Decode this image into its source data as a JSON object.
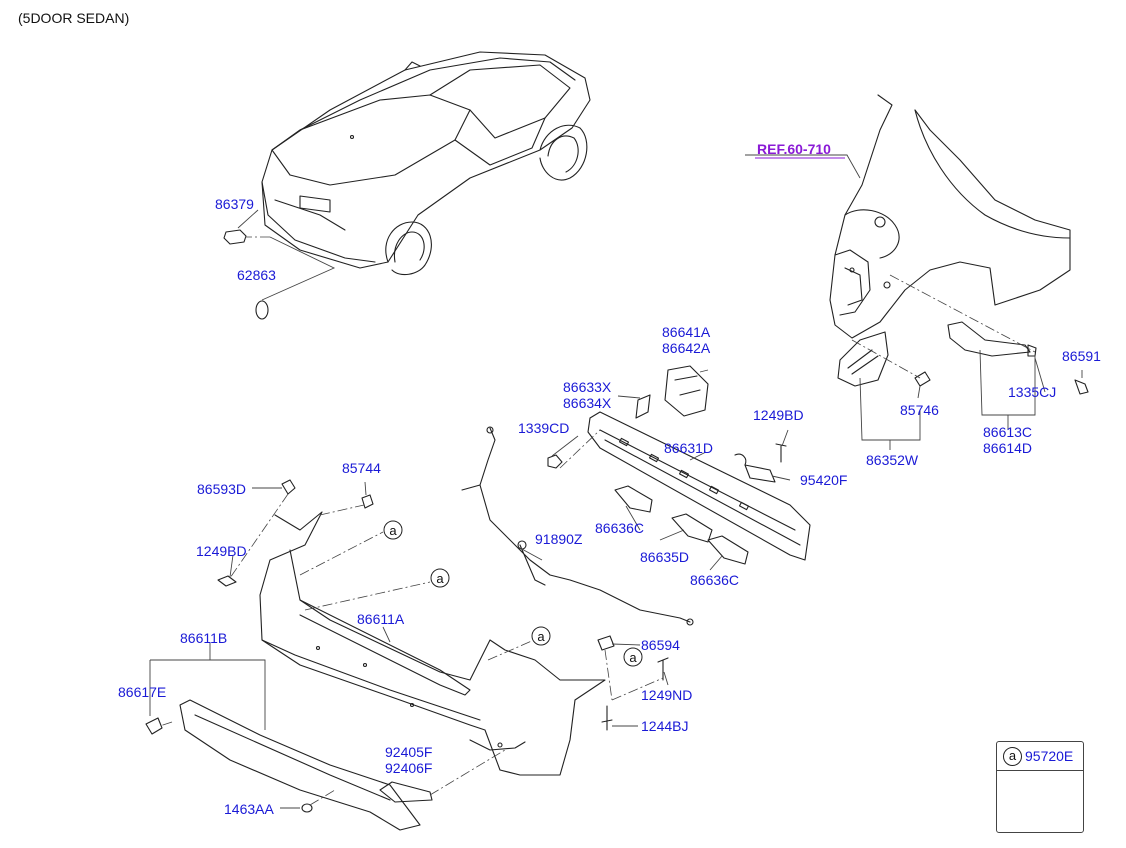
{
  "subtitle": "(5DOOR SEDAN)",
  "reference": "REF.60-710",
  "legend": {
    "letter": "a",
    "part_code": "95720E"
  },
  "callout_letter": "a",
  "colors": {
    "label": "#1a1ad6",
    "reference": "#8a1ad6",
    "line": "#222222",
    "leader": "#444444"
  },
  "parts": {
    "p86379": "86379",
    "p62863": "62863",
    "p86641A": "86641A",
    "p86642A": "86642A",
    "p86633X": "86633X",
    "p86634X": "86634X",
    "p1339CD": "1339CD",
    "p86631D": "86631D",
    "p1249BD_top": "1249BD",
    "p95420F": "95420F",
    "p85744": "85744",
    "p86593D": "86593D",
    "p1249BD_left": "1249BD",
    "p86636C_a": "86636C",
    "p86635D": "86635D",
    "p86636C_b": "86636C",
    "p91890Z": "91890Z",
    "p86611A": "86611A",
    "p86611B": "86611B",
    "p86617E": "86617E",
    "p86594": "86594",
    "p1249ND": "1249ND",
    "p1244BJ": "1244BJ",
    "p92405F": "92405F",
    "p92406F": "92406F",
    "p1463AA": "1463AA",
    "p85746": "85746",
    "p86352W": "86352W",
    "p86591": "86591",
    "p1335CJ": "1335CJ",
    "p86613C": "86613C",
    "p86614D": "86614D"
  }
}
